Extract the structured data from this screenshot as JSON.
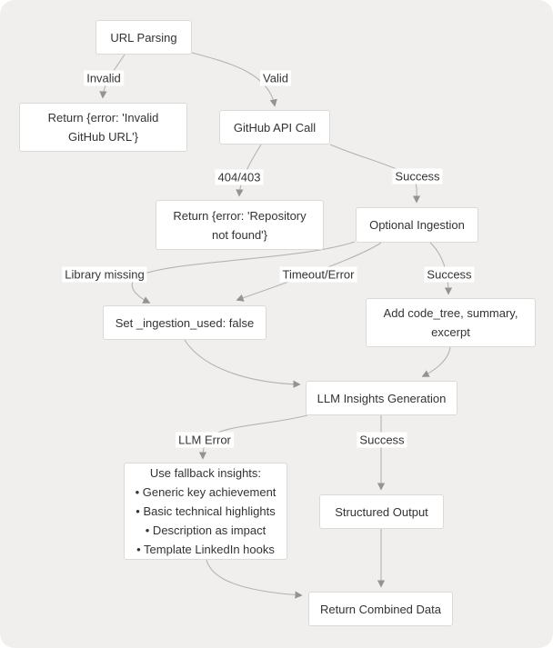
{
  "diagram": {
    "nodes": {
      "url_parsing": {
        "label": "URL Parsing"
      },
      "return_invalid": {
        "label": "Return {error: 'Invalid\nGitHub URL'}"
      },
      "github_api_call": {
        "label": "GitHub API Call"
      },
      "return_not_found": {
        "label": "Return {error: 'Repository\nnot found'}"
      },
      "optional_ingestion": {
        "label": "Optional Ingestion"
      },
      "set_ingestion_used": {
        "label": "Set _ingestion_used: false"
      },
      "add_code_tree": {
        "label": "Add code_tree, summary,\nexcerpt"
      },
      "llm_insights": {
        "label": "LLM Insights Generation"
      },
      "fallback_insights": {
        "label": "Use fallback insights:\n• Generic key achievement\n• Basic technical highlights\n• Description as impact\n• Template LinkedIn hooks"
      },
      "structured_output": {
        "label": "Structured Output"
      },
      "return_combined": {
        "label": "Return Combined Data"
      }
    },
    "edge_labels": {
      "invalid": "Invalid",
      "valid": "Valid",
      "status_404_403": "404/403",
      "api_success": "Success",
      "library_missing": "Library missing",
      "timeout_error": "Timeout/Error",
      "ingestion_success": "Success",
      "llm_error": "LLM Error",
      "llm_success": "Success"
    },
    "colors": {
      "page_bg": "#ffffff",
      "canvas_bg": "#f0efed",
      "node_bg": "#ffffff",
      "node_border": "#dcdad7",
      "edge_line": "#b6b4b1",
      "arrowhead": "#95938f",
      "text": "#333333"
    }
  }
}
